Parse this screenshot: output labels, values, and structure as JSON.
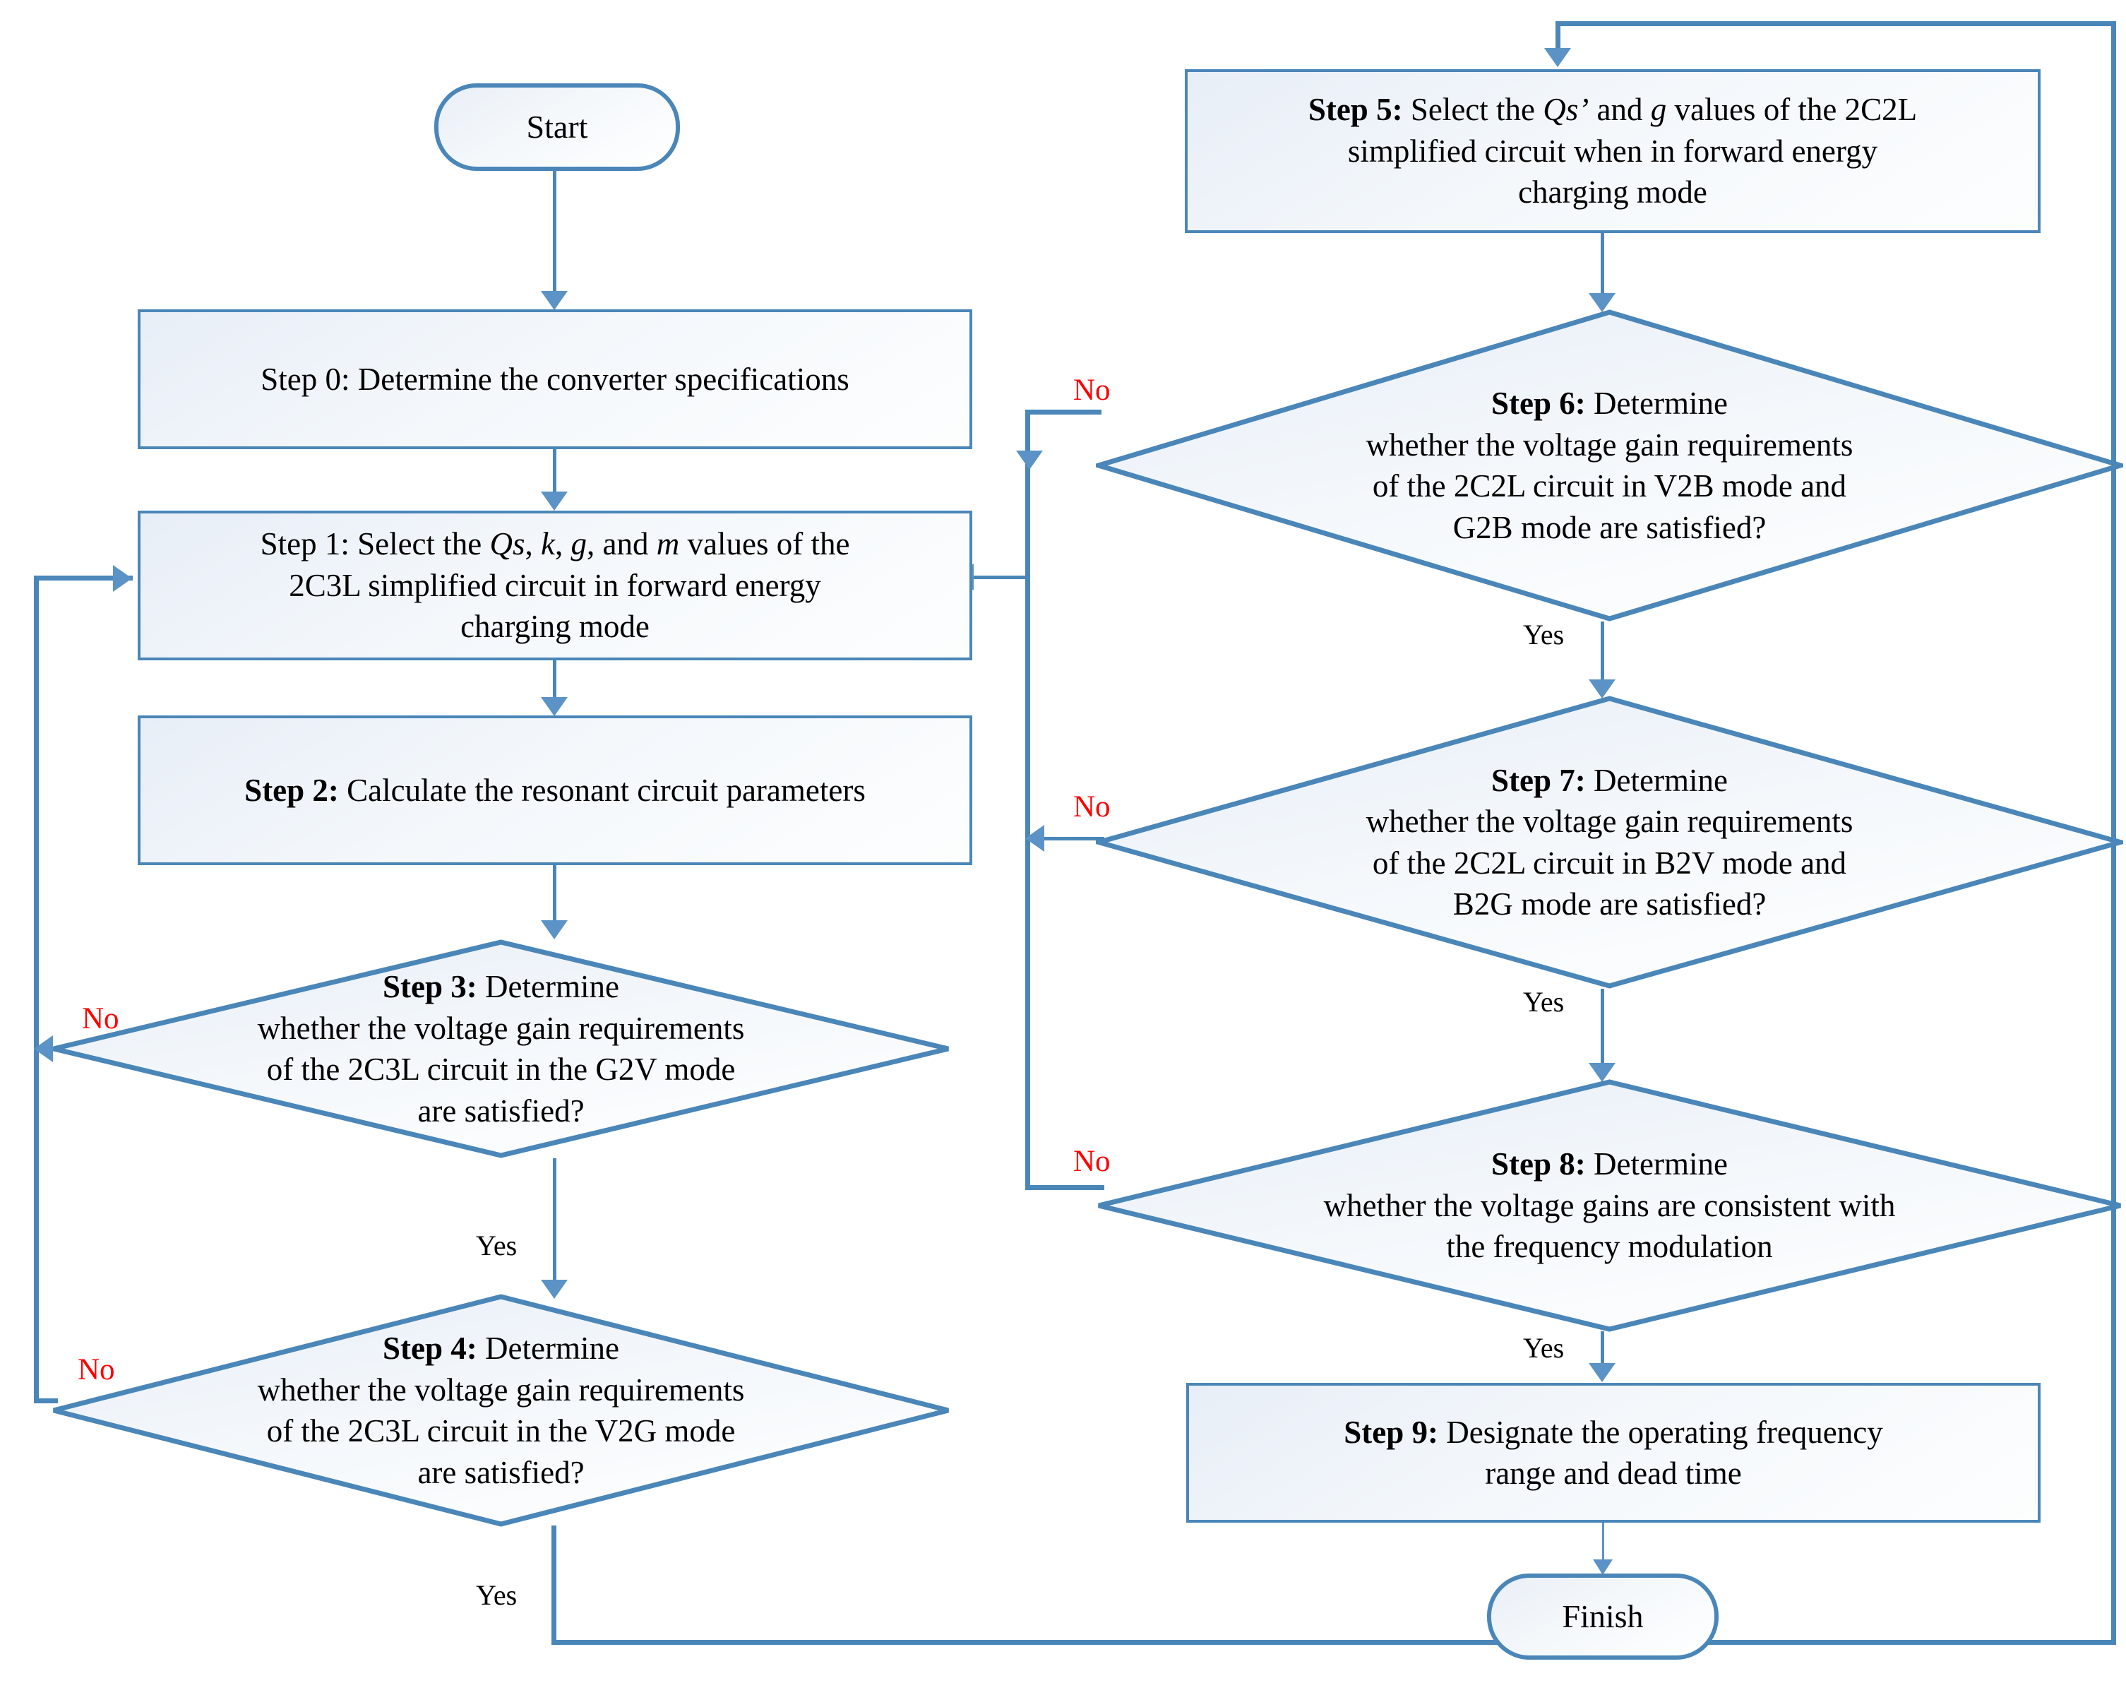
{
  "diagram": {
    "title": "Converter parameter design flowchart",
    "colors": {
      "border": "#4a86b8",
      "node_fill": "#eef3f9",
      "yes_label": "#000000",
      "no_label": "#ff0000",
      "connector": "#5b93c6"
    }
  },
  "nodes": {
    "start": {
      "label": "Start",
      "shape": "terminal"
    },
    "finish": {
      "label": "Finish",
      "shape": "terminal"
    },
    "step0": {
      "shape": "process",
      "bold_prefix": "",
      "text": "Step 0: Determine the converter specifications"
    },
    "step1": {
      "shape": "process",
      "bold_prefix": "",
      "line1_a": "Step 1: Select the ",
      "var1": "Qs",
      "line1_b": ", ",
      "var2": "k",
      "line1_c": ", ",
      "var3": "g",
      "line1_d": ", and ",
      "var4": "m",
      "line1_e": " values of the",
      "line2": "2C3L simplified circuit in forward energy",
      "line3": "charging mode"
    },
    "step2": {
      "shape": "process",
      "bold_prefix": "Step 2:",
      "text": " Calculate the resonant circuit parameters"
    },
    "step3": {
      "shape": "decision",
      "bold_prefix": "Step 3:",
      "line1": " Determine",
      "line2": "whether the voltage gain requirements",
      "line3": "of the 2C3L circuit in the G2V mode",
      "line4": "are satisfied?"
    },
    "step4": {
      "shape": "decision",
      "bold_prefix": "Step 4:",
      "line1": " Determine",
      "line2": "whether the voltage gain requirements",
      "line3": "of the 2C3L circuit in the V2G mode",
      "line4": "are satisfied?"
    },
    "step5": {
      "shape": "process",
      "bold_prefix": "Step 5:",
      "line1_a": " Select the ",
      "var1": "Qs’",
      "line1_b": " and ",
      "var2": "g",
      "line1_c": " values of the 2C2L",
      "line2": "simplified circuit when in forward energy",
      "line3": "charging mode"
    },
    "step6": {
      "shape": "decision",
      "bold_prefix": "Step 6:",
      "line1": " Determine",
      "line2": "whether the voltage gain requirements",
      "line3": "of the 2C2L circuit in V2B mode and",
      "line4": "G2B mode are satisfied?"
    },
    "step7": {
      "shape": "decision",
      "bold_prefix": "Step 7:",
      "line1": " Determine",
      "line2": "whether the voltage gain requirements",
      "line3": "of the 2C2L circuit in B2V mode and",
      "line4": "B2G mode are satisfied?"
    },
    "step8": {
      "shape": "decision",
      "bold_prefix": "Step 8:",
      "line1": " Determine",
      "line2": "whether the voltage gains are consistent with",
      "line3": "the frequency modulation"
    },
    "step9": {
      "shape": "process",
      "bold_prefix": "Step 9:",
      "line1": " Designate the operating frequency",
      "line2": "range and dead time"
    }
  },
  "edge_labels": {
    "step3_no": "No",
    "step3_yes": "Yes",
    "step4_no": "No",
    "step4_yes": "Yes",
    "step6_no": "No",
    "step6_yes": "Yes",
    "step7_no": "No",
    "step7_yes": "Yes",
    "step8_no": "No",
    "step8_yes": "Yes"
  }
}
